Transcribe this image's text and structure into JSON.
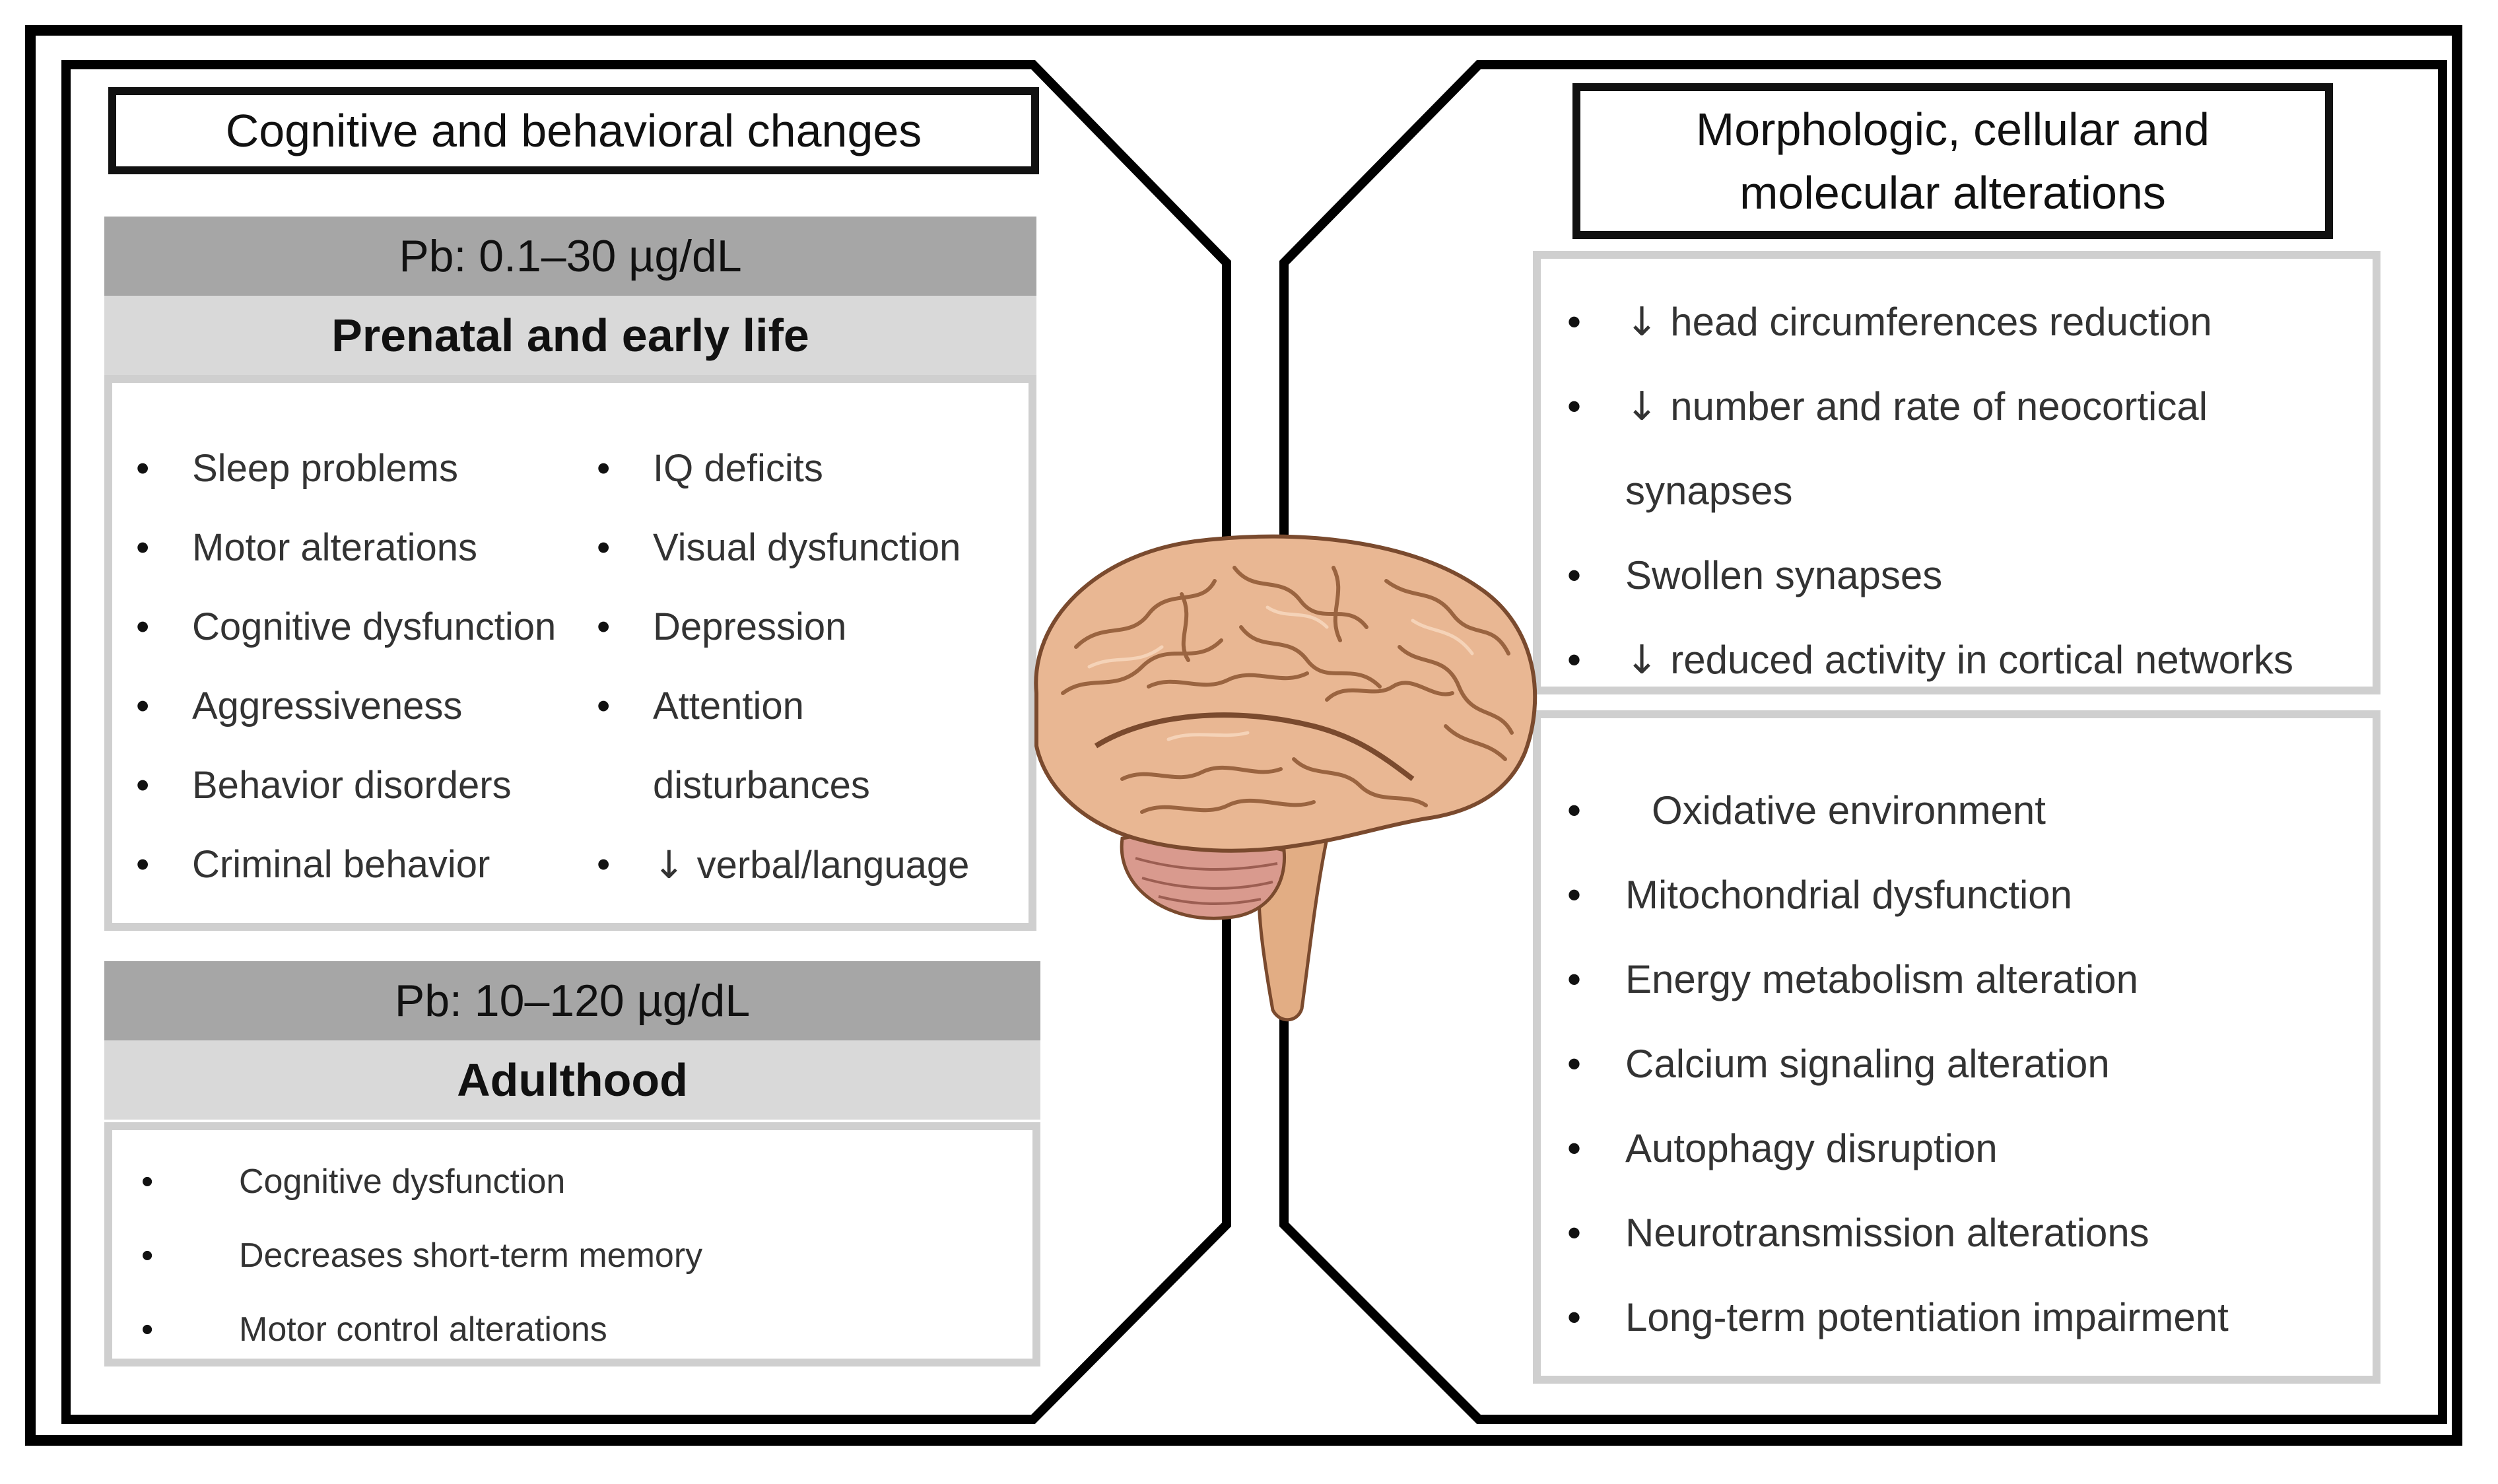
{
  "left": {
    "header": "Cognitive and behavioral changes",
    "prenatal": {
      "dose": "Pb: 0.1–30 µg/dL",
      "stage": "Prenatal and early life",
      "col1": [
        "Sleep problems",
        "Motor alterations",
        "Cognitive dysfunction",
        "Aggressiveness",
        "Behavior disorders",
        "Criminal behavior"
      ],
      "col2": [
        "IQ deficits",
        "Visual dysfunction",
        "Depression",
        "Attention",
        "disturbances",
        "verbal/language"
      ]
    },
    "adult": {
      "dose": "Pb: 10–120 µg/dL",
      "stage": "Adulthood",
      "items": [
        "Cognitive dysfunction",
        "Decreases short-term memory",
        "Motor control alterations"
      ]
    }
  },
  "right": {
    "header_line1": "Morphologic, cellular and",
    "header_line2": "molecular alterations",
    "morph": [
      "head circumferences reduction",
      "number and rate of neocortical",
      "synapses",
      "Swollen synapses",
      "reduced activity in cortical networks"
    ],
    "cellular": [
      "Oxidative environment",
      "Mitochondrial dysfunction",
      "Energy metabolism alteration",
      "Calcium signaling alteration",
      "Autophagy disruption",
      "Neurotransmission  alterations",
      "Long-term potentiation impairment"
    ]
  },
  "symbols": {
    "decrease_arrow": "↓"
  },
  "colors": {
    "band_dark": "#a6a6a6",
    "band_light": "#d9d9d9",
    "box_border": "#cfcfcf",
    "brain_fill": "#e9b793",
    "cerebellum_fill": "#d99a8e"
  },
  "icons": {
    "center": "brain-illustration"
  }
}
